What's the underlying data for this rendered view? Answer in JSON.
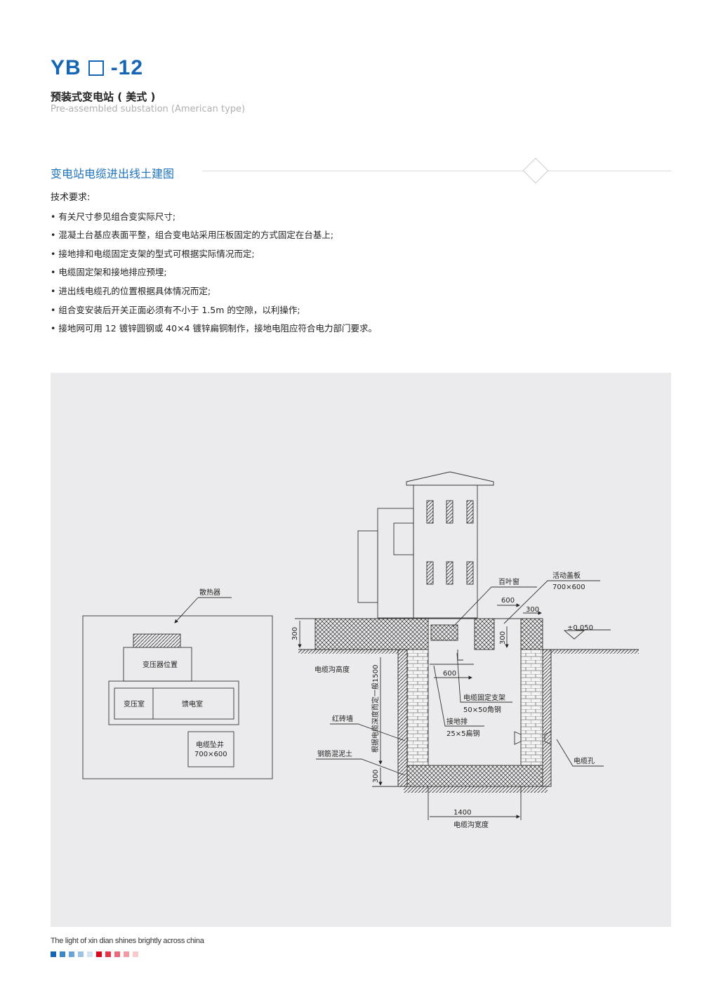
{
  "header": {
    "logo_prefix": "YB",
    "logo_suffix": "-12",
    "title_cn": "预装式变电站 ( 美式 )",
    "title_en": "Pre-assembled substation (American type)"
  },
  "section": {
    "title": "变电站电缆进出线土建图"
  },
  "requirements": {
    "heading": "技术要求:",
    "items": [
      "• 有关尺寸参见组合变实际尺寸;",
      "• 混凝土台基应表面平整，组合变电站采用压板固定的方式固定在台基上;",
      "• 接地排和电缆固定支架的型式可根据实际情况而定;",
      "• 电缆固定架和接地排应预埋;",
      "• 进出线电缆孔的位置根据具体情况而定;",
      "• 组合变安装后开关正面必须有不小于 1.5m 的空隙，以利操作;",
      "• 接地网可用 12 镀锌圆钢或 40×4 镀锌扁铜制作，接地电阻应符合电力部门要求。"
    ]
  },
  "plan": {
    "radiator": "散热器",
    "transformer_pos": "变压器位置",
    "transformer_room": "变压室",
    "feeder_room": "馈电室",
    "cable_well": "电缆坠井",
    "cable_well_size": "700×600"
  },
  "section_view": {
    "louver": "百叶窗",
    "cover": "活动盖板",
    "cover_size": "700×600",
    "dim_600_top": "600",
    "dim_300_top": "300",
    "elev": "±0.050",
    "dim_300_left": "300",
    "dim_300_mid": "300",
    "trench_height": "电缆沟高度",
    "depth_note": "根据电缆深度而定一般1500",
    "dim_300_bottom": "300",
    "bracket": "电缆固定支架",
    "bracket_spec": "50×50角钢",
    "dim_600_mid": "600",
    "ground_bar": "接地排",
    "ground_bar_spec": "25×5扁钢",
    "brick": "红砖墙",
    "concrete": "钢筋混泥土",
    "cable_hole": "电缆孔",
    "width_dim": "1400",
    "width_label": "电缆沟宽度"
  },
  "footer": {
    "tagline": "The light of xin dian shines brightly across china",
    "swatches": [
      "#1565b5",
      "#3a86cc",
      "#6aa5d8",
      "#9cc3e6",
      "#cfe1f2",
      "#e0001a",
      "#e8344a",
      "#ee6677",
      "#f29aa5",
      "#f7c9cf"
    ]
  }
}
